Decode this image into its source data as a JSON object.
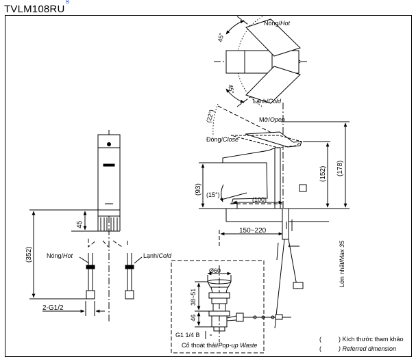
{
  "header": {
    "link_text": "g",
    "model": "TVLM108RU"
  },
  "top_view": {
    "angle_hot": "45°",
    "angle_cold": "45°",
    "label_hot_vi": "Nóng/",
    "label_hot_en": "Hot",
    "label_cold_vi": "Lạnh/",
    "label_cold_en": "Cold"
  },
  "side_view": {
    "angle_open": "(22°)",
    "label_open_vi": "Mở/",
    "label_open_en": "Open",
    "label_close_vi": "Đóng/",
    "label_close_en": "Close",
    "dim_178": "(178)",
    "dim_152": "(152)",
    "dim_93": "(93)",
    "dim_15deg": "(15°)",
    "dim_100": "(100)",
    "dim_150_220": "150~220",
    "max_thickness_vi": "Lớn nhất/",
    "max_thickness_en": "Max 35"
  },
  "front_view": {
    "dim_45": "45",
    "dim_352": "(352)",
    "label_hot_vi": "Nóng/",
    "label_hot_en": "Hot",
    "label_cold_vi": "Lạnh/",
    "label_cold_en": "Cold",
    "thread": "2-G1/2"
  },
  "popup": {
    "dia": "Ø60",
    "range": "38~51",
    "dim_46": "46",
    "thread": "G1 1/4 B",
    "caption_vi": "Cổ thoát thải/",
    "caption_en": "Pop-up Waste"
  },
  "legend": {
    "paren_open": "(",
    "ref_vi": ") Kích thước tham khảo",
    "ref_en": ") Referred dimension"
  }
}
